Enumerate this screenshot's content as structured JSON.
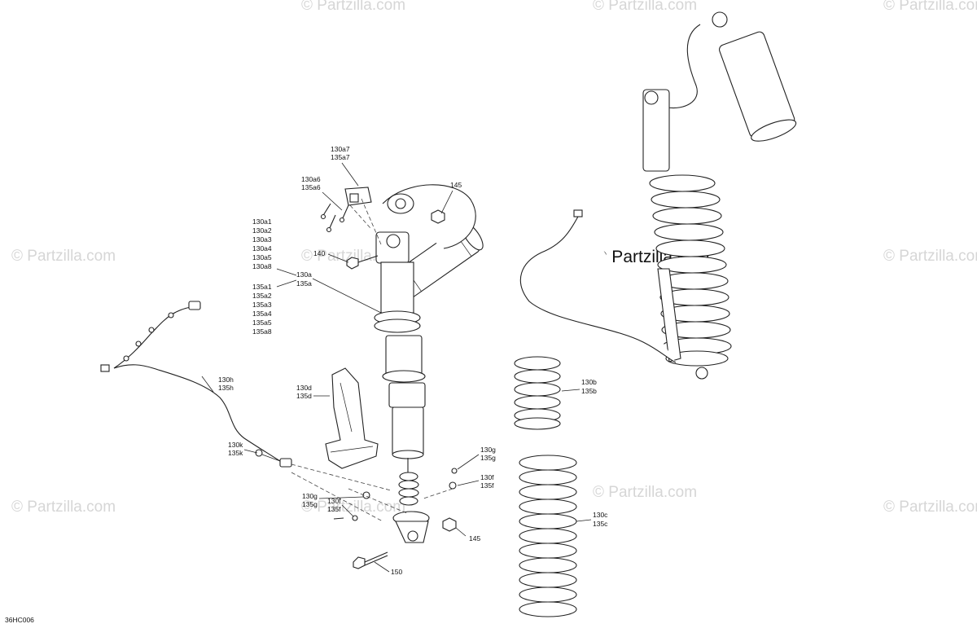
{
  "diagram_code": "36HC006",
  "watermark": {
    "main": "© Partzilla.com",
    "faint": "© Partzilla.com",
    "faint_top": "© Partzilla.com"
  },
  "callouts": {
    "c130a7": "130a7",
    "c135a7": "135a7",
    "c130a6": "130a6",
    "c135a6": "135a6",
    "c145_top": "145",
    "c130a1": "130a1",
    "c130a2": "130a2",
    "c130a3": "130a3",
    "c130a4": "130a4",
    "c130a5": "130a5",
    "c130a8": "130a8",
    "c140": "140",
    "c130a": "130a",
    "c135a": "135a",
    "c135a1": "135a1",
    "c135a2": "135a2",
    "c135a3": "135a3",
    "c135a4": "135a4",
    "c135a5": "135a5",
    "c135a8": "135a8",
    "c130h": "130h",
    "c135h": "135h",
    "c130d": "130d",
    "c135d": "135d",
    "c130k": "130k",
    "c135k": "135k",
    "c130g_r": "130g",
    "c135g_r": "135g",
    "c130f_r": "130f",
    "c135f_r": "135f",
    "c130g_l": "130g",
    "c135g_l": "135g",
    "c130f_l": "130f",
    "c135f_l": "135f",
    "c145_bot": "145",
    "c150": "150",
    "c130b": "130b",
    "c135b": "135b",
    "c130c": "130c",
    "c135c": "135c"
  }
}
